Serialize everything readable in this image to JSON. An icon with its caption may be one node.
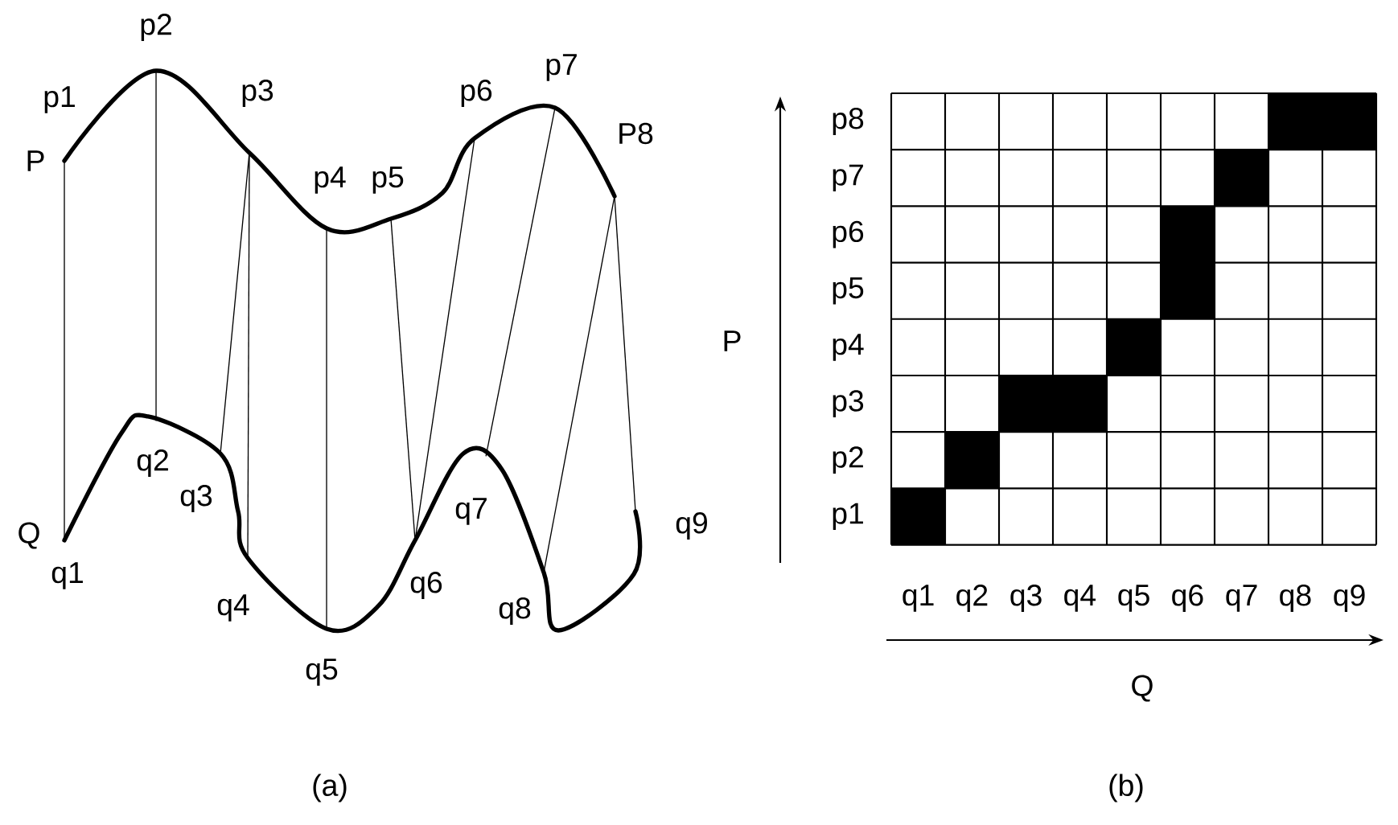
{
  "diagram": {
    "nodes": [
      {
        "text": [
          "p1"
        ]
      },
      {
        "text": [
          "p2"
        ]
      },
      {
        "text": [
          "p3"
        ]
      },
      {
        "text": [
          "p4"
        ]
      },
      {
        "text": [
          "p5"
        ]
      },
      {
        "text": [
          "p6"
        ]
      },
      {
        "text": [
          "p7"
        ]
      },
      {
        "text": [
          "P8"
        ]
      },
      {
        "text": [
          "q1"
        ]
      },
      {
        "text": [
          "q2"
        ]
      },
      {
        "text": [
          "q3"
        ]
      },
      {
        "text": [
          "q4"
        ]
      },
      {
        "text": [
          "q5"
        ]
      },
      {
        "text": [
          "q6"
        ]
      },
      {
        "text": [
          "q7"
        ]
      },
      {
        "text": [
          "q8"
        ]
      },
      {
        "text": [
          "q9"
        ]
      }
    ],
    "edges": [
      {
        "from": 0,
        "to": 8,
        "arrow": "none"
      },
      {
        "from": 1,
        "to": 9,
        "arrow": "none"
      },
      {
        "from": 2,
        "to": 10,
        "arrow": "none"
      },
      {
        "from": 2,
        "to": 11,
        "arrow": "none"
      },
      {
        "from": 3,
        "to": 12,
        "arrow": "none"
      },
      {
        "from": 4,
        "to": 13,
        "arrow": "none"
      },
      {
        "from": 5,
        "to": 13,
        "arrow": "none"
      },
      {
        "from": 6,
        "to": 14,
        "arrow": "none"
      },
      {
        "from": 7,
        "to": 15,
        "arrow": "none"
      },
      {
        "from": 7,
        "to": 16,
        "arrow": "none"
      }
    ],
    "labels": [
      "P",
      "Q",
      "p8",
      "p7",
      "p6",
      "p5",
      "P",
      "p4",
      "p3",
      "p2",
      "p1",
      "q1",
      "q2",
      "q3",
      "q4",
      "q5",
      "q6",
      "q7",
      "q8",
      "q9",
      "Q",
      "(a)",
      "(b)"
    ]
  }
}
